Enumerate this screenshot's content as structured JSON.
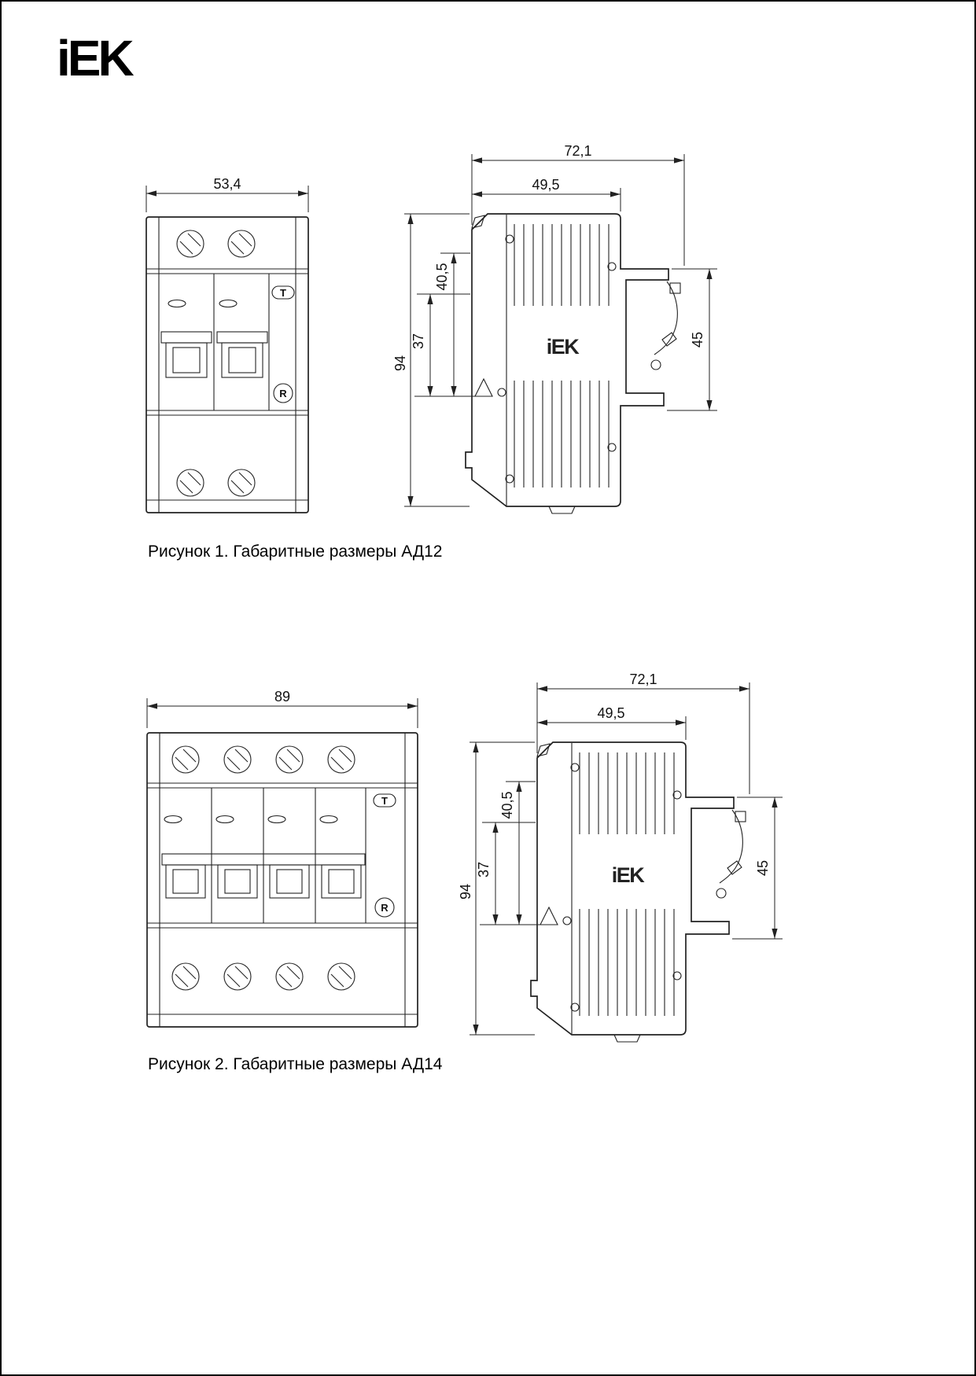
{
  "page": {
    "logo": "iEK"
  },
  "figure1": {
    "caption": "Рисунок 1. Габаритные размеры АД12",
    "front": {
      "width": "53,4",
      "test_label": "T",
      "reset_label": "R"
    },
    "side": {
      "overall_width": "72,1",
      "body_width": "49,5",
      "offset_a": "40,5",
      "offset_b": "37",
      "height": "94",
      "rail_height": "45",
      "brand": "iEK"
    }
  },
  "figure2": {
    "caption": "Рисунок 2. Габаритные размеры АД14",
    "front": {
      "width": "89",
      "test_label": "T",
      "reset_label": "R"
    },
    "side": {
      "overall_width": "72,1",
      "body_width": "49,5",
      "offset_a": "40,5",
      "offset_b": "37",
      "height": "94",
      "rail_height": "45",
      "brand": "iEK"
    }
  }
}
